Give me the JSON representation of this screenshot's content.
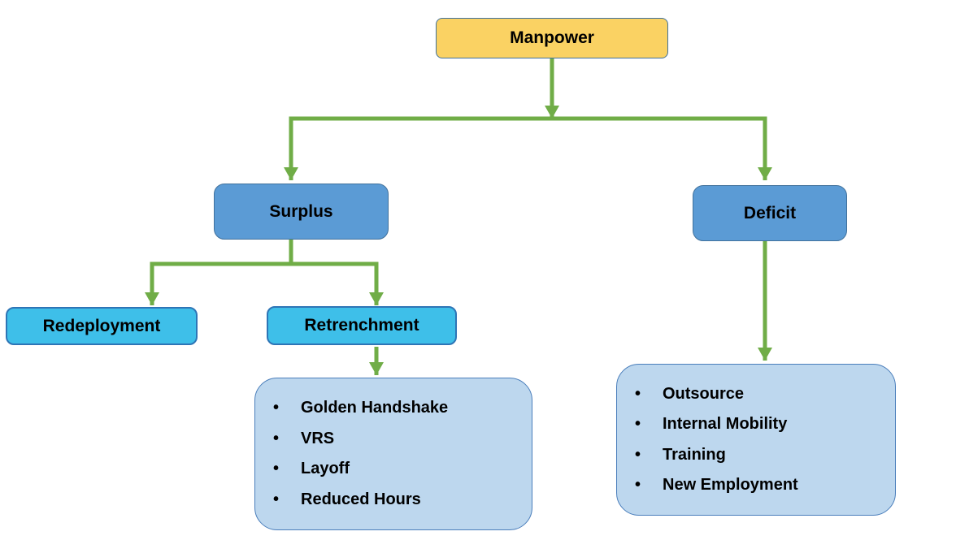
{
  "diagram": {
    "root": {
      "label": "Manpower"
    },
    "branches": {
      "surplus": {
        "label": "Surplus"
      },
      "deficit": {
        "label": "Deficit"
      }
    },
    "surplus_children": {
      "redeployment": {
        "label": "Redeployment"
      },
      "retrenchment": {
        "label": "Retrenchment"
      }
    },
    "retrenchment_details": {
      "items": [
        "Golden Handshake",
        "VRS",
        "Layoff",
        "Reduced Hours"
      ]
    },
    "deficit_details": {
      "items": [
        "Outsource",
        "Internal Mobility",
        "Training",
        "New Employment"
      ]
    },
    "colors": {
      "root_fill": "#FAD263",
      "root_border": "#41719C",
      "branch_fill": "#5B9BD5",
      "branch_border": "#41719C",
      "child_fill": "#3EBFE9",
      "child_border": "#2E75B6",
      "detail_fill": "#BDD7EE",
      "detail_border": "#4A7EBB",
      "connector": "#70AD47",
      "text": "#000000"
    }
  }
}
